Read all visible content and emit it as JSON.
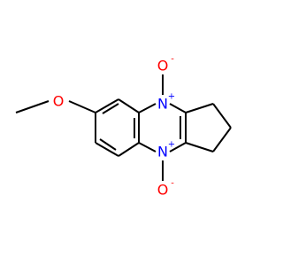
{
  "molecule": {
    "atoms": [
      {
        "label": "O",
        "charge": "",
        "color": "#ff0000"
      },
      {
        "label": "N",
        "charge": "+",
        "color": "#0000ff"
      },
      {
        "label": "O",
        "charge": "-",
        "color": "#ff0000"
      },
      {
        "label": "N",
        "charge": "+",
        "color": "#0000ff"
      },
      {
        "label": "O",
        "charge": "-",
        "color": "#ff0000"
      }
    ]
  }
}
